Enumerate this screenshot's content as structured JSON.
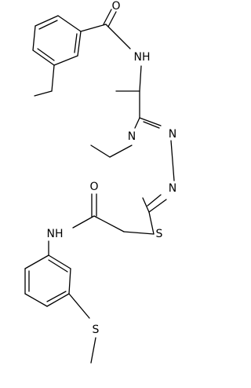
{
  "atoms": {
    "carbonyl_o_top": "O",
    "amide_nh_top": "NH",
    "triazole_n4": "N",
    "triazole_n_right_upper": "N",
    "triazole_n_right_lower": "N",
    "thioether_s": "S",
    "carbonyl_o_mid": "O",
    "amide_nh_mid": "NH",
    "methylthio_s": "S"
  }
}
